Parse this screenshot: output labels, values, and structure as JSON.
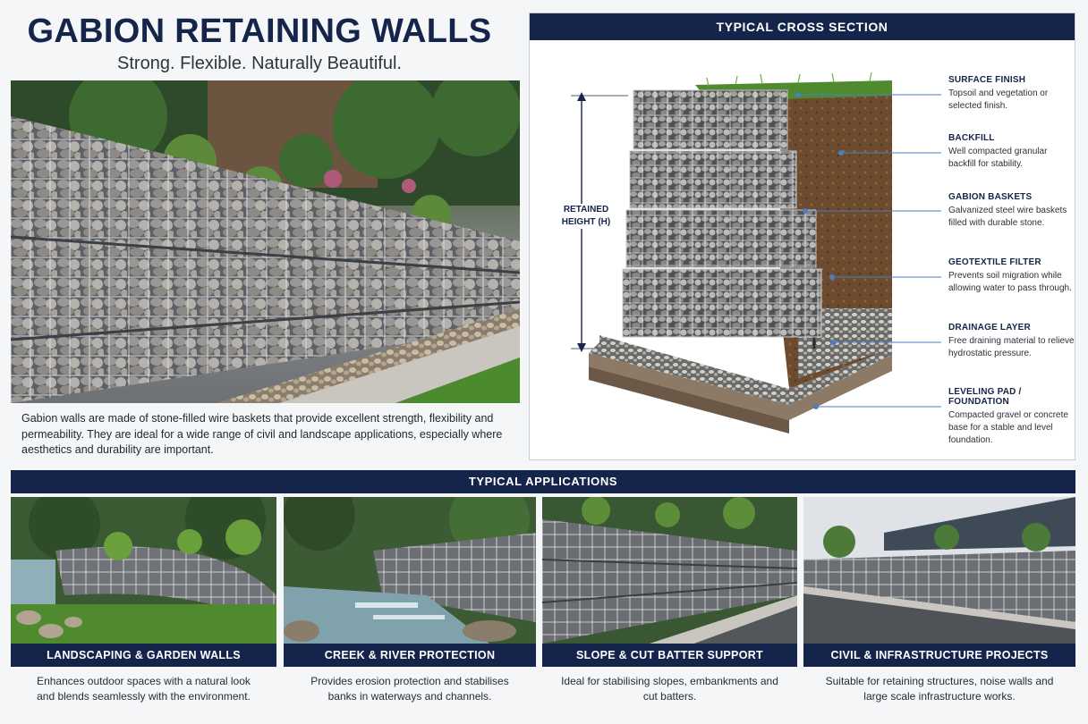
{
  "header": {
    "title": "GABION RETAINING WALLS",
    "subtitle": "Strong. Flexible. Naturally Beautiful."
  },
  "intro": {
    "text": "Gabion walls are made of stone-filled wire baskets that provide excellent strength, flexibility and permeability. They are ideal for a wide range of civil and landscape applications, especially where aesthetics and durability are important."
  },
  "cross_section": {
    "heading": "TYPICAL CROSS SECTION",
    "retained_height": "RETAINED HEIGHT (H)",
    "callouts": [
      {
        "title": "SURFACE FINISH",
        "desc": "Topsoil and vegetation or selected finish."
      },
      {
        "title": "BACKFILL",
        "desc": "Well compacted granular backfill for stability."
      },
      {
        "title": "GABION BASKETS",
        "desc": "Galvanized steel wire baskets filled with durable stone."
      },
      {
        "title": "GEOTEXTILE FILTER",
        "desc": "Prevents soil migration while allowing water to pass through."
      },
      {
        "title": "DRAINAGE LAYER",
        "desc": "Free draining material to relieve hydrostatic pressure."
      },
      {
        "title": "LEVELING PAD / FOUNDATION",
        "desc": "Compacted gravel or concrete base for a stable and level foundation."
      }
    ]
  },
  "applications": {
    "heading": "TYPICAL APPLICATIONS",
    "items": [
      {
        "label": "LANDSCAPING & GARDEN WALLS",
        "desc": "Enhances outdoor spaces with a natural look and blends seamlessly with the environment."
      },
      {
        "label": "CREEK & RIVER PROTECTION",
        "desc": "Provides erosion protection and stabilises banks in waterways and channels."
      },
      {
        "label": "SLOPE & CUT BATTER SUPPORT",
        "desc": "Ideal for stabilising slopes, embankments and cut batters."
      },
      {
        "label": "CIVIL & INFRASTRUCTURE PROJECTS",
        "desc": "Suitable for retaining structures, noise walls and large scale infrastructure works."
      }
    ]
  },
  "colors": {
    "navy": "#15244a",
    "accent_line": "#4a7fc1",
    "stone": "#7d8084",
    "soil": "#6b4a2e",
    "grass": "#4f8a2f"
  }
}
